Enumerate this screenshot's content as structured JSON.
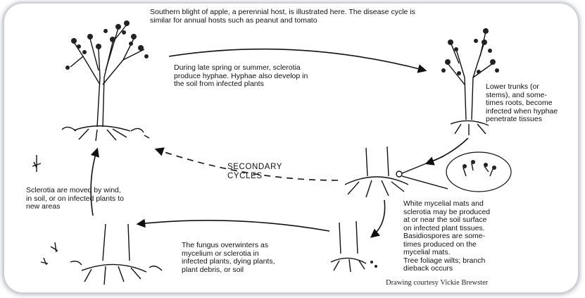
{
  "title": "Southern blight of apple, a perennial host, is illustrated here. The disease cycle is\nsimilar for annual hosts such as peanut and tomato",
  "steps": {
    "late_spring": "During late spring or summer, sclerotia\nproduce hyphae.  Hyphae also develop in\nthe soil from infected plants",
    "lower_trunks": "Lower trunks (or\nstems), and some-\ntimes roots, become\ninfected when hyphae\npenetrate tissues",
    "white_mats": "White mycelial mats and\nsclerotia may be produced\nat or near the soil surface\non infected plant tissues.\nBasidiospores are some-\ntimes produced on the\nmycelial mats.\nTree foliage wilts; branch\ndieback occurs",
    "overwinters": "The fungus overwinters as\nmycelium or sclerotia in\ninfected plants, dying plants,\nplant debris, or soil",
    "sclerotia_moved": "Sclerotia are moved by wind,\nin soil, or on infected plants to\nnew areas"
  },
  "secondary_cycles": "SECONDARY\nCYCLES",
  "credit": "Drawing courtesy Vickie Brewster"
}
